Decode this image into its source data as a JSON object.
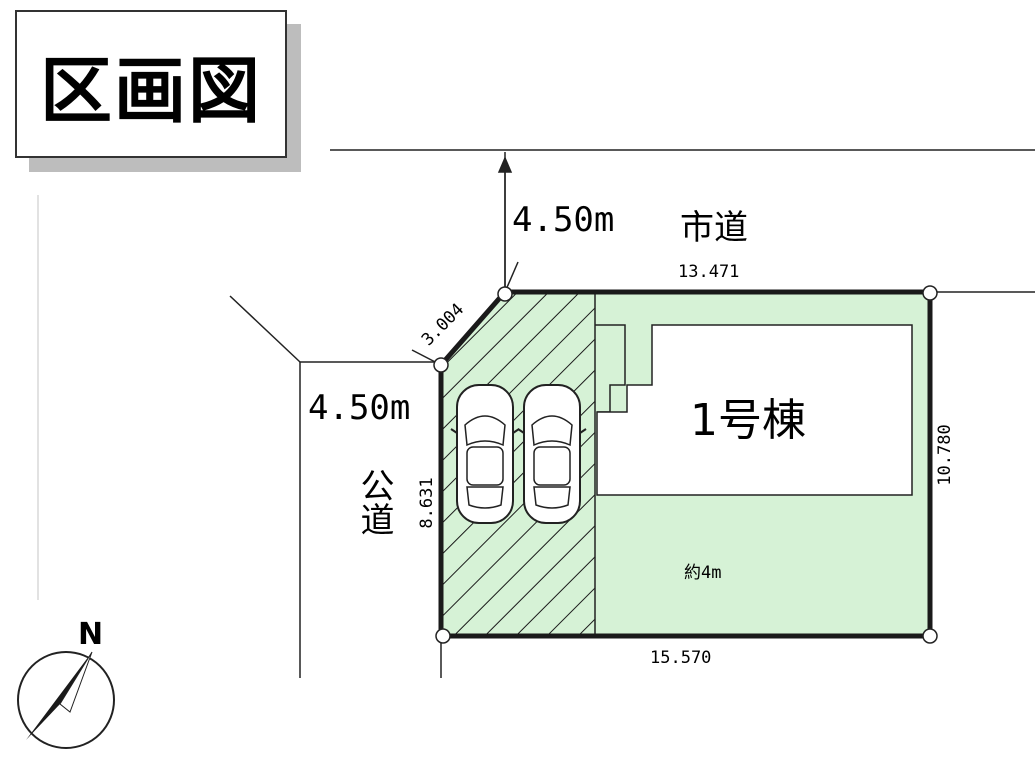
{
  "title": "区画図",
  "roads": {
    "north_width": "4.50m",
    "north_name": "市道",
    "west_width": "4.50m",
    "west_name": "公道"
  },
  "dimensions": {
    "top": "13.471",
    "right": "10.780",
    "bottom": "15.570",
    "left": "8.631",
    "corner": "3.004",
    "setback": "約4m"
  },
  "building": {
    "label": "1号棟"
  },
  "compass": {
    "label": "N"
  },
  "colors": {
    "lot_fill": "#d6f2d6",
    "building_fill": "#ffffff",
    "boundary": "#1a1a1a",
    "title_shadow": "#bdbdbd"
  }
}
